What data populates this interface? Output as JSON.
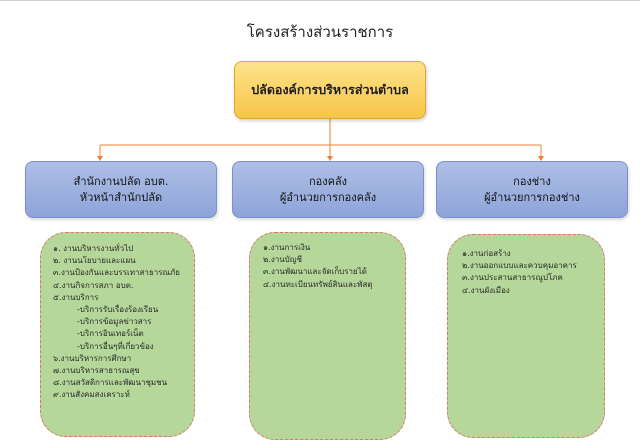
{
  "title": "โครงสร้างส่วนราชการ",
  "root": {
    "label": "ปลัดองค์การบริหารส่วนตำบล"
  },
  "divisions": [
    {
      "name": "สำนักงานปลัด อบต.",
      "head": "หัวหน้าสำนักปลัด",
      "duties": [
        {
          "text": "๑. งานบริหารงานทั่วไป",
          "sub": false
        },
        {
          "text": "๒. งานนโยบายและแผน",
          "sub": false
        },
        {
          "text": "๓.งานป้องกันและบรรเทาสาธารณภัย",
          "sub": false
        },
        {
          "text": "๔.งานกิจการสภา อบต.",
          "sub": false
        },
        {
          "text": "๕.งานบริการ",
          "sub": false
        },
        {
          "text": "-บริการรับเรื่องร้องเรียน",
          "sub": true
        },
        {
          "text": "-บริการข้อมูลข่าวสาร",
          "sub": true
        },
        {
          "text": "-บริการอินเทอร์เน็ต",
          "sub": true
        },
        {
          "text": "-บริการอื่นๆที่เกี่ยวข้อง",
          "sub": true
        },
        {
          "text": "๖.งานบริหารการศึกษา",
          "sub": false
        },
        {
          "text": "๗.งานบริหารสาธารณสุข",
          "sub": false
        },
        {
          "text": "๘.งานสวัสดิการและพัฒนาชุมชน",
          "sub": false
        },
        {
          "text": "๙.งานสังคมสงเคราะห์",
          "sub": false
        }
      ]
    },
    {
      "name": "กองคลัง",
      "head": "ผู้อำนวยการกองคลัง",
      "duties": [
        {
          "text": "๑.งานการเงิน",
          "sub": false
        },
        {
          "text": "๒.งานบัญชี",
          "sub": false
        },
        {
          "text": "๓.งานพัฒนาและจัดเก็บรายได้",
          "sub": false
        },
        {
          "text": "๔.งานทะเบียนทรัพย์สินและพัสดุ",
          "sub": false
        }
      ]
    },
    {
      "name": "กองช่าง",
      "head": "ผู้อำนวยการกองช่าง",
      "duties": [
        {
          "text": "๑.งานก่อสร้าง",
          "sub": false
        },
        {
          "text": "๒.งานออกแบบและควบคุมอาคาร",
          "sub": false
        },
        {
          "text": "๓.งานประสานสาธารณูปโภค",
          "sub": false
        },
        {
          "text": "๔.งานผังเมือง",
          "sub": false
        }
      ]
    }
  ],
  "colors": {
    "root_fill": "#f9ce5a",
    "division_fill": "#9fb2e0",
    "duty_fill": "#b5d79a",
    "duty_border": "#e0736e",
    "connector": "#e8833a"
  }
}
